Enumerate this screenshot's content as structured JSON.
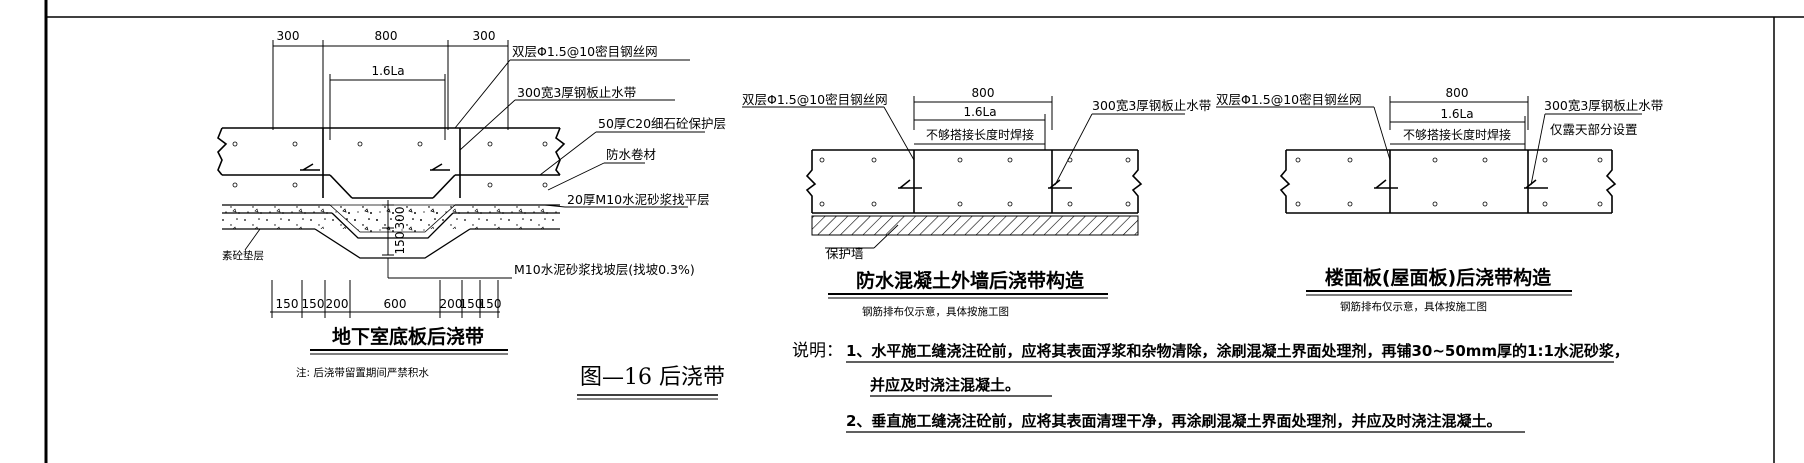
{
  "figure_label": "图—16  后浇带",
  "detail1": {
    "title": "地下室底板后浇带",
    "footnote": "注: 后浇带留置期间严禁积水",
    "top_dims": [
      "300",
      "800",
      "300"
    ],
    "lap_dim": "1.6La",
    "bottom_dims": [
      "150",
      "150",
      "200",
      "600",
      "200",
      "150",
      "150"
    ],
    "vertical_dims": [
      "300",
      "150"
    ],
    "labels": {
      "mesh": "双层Φ1.5@10密目钢丝网",
      "waterstop": "300宽3厚钢板止水带",
      "protect": "50厚C20细石砼保护层",
      "membrane": "防水卷材",
      "screed": "20厚M10水泥砂浆找平层",
      "slope": "M10水泥砂浆找坡层(找坡0.3%)",
      "cushion": "素砼垫层"
    }
  },
  "detail2": {
    "title": "防水混凝土外墙后浇带构造",
    "subnote": "钢筋排布仅示意，具体按施工图",
    "top_dim": "800",
    "lap_dim": "1.6La",
    "weld_note": "不够搭接长度时焊接",
    "labels": {
      "mesh": "双层Φ1.5@10密目钢丝网",
      "waterstop": "300宽3厚钢板止水带",
      "protect_wall": "保护墙"
    }
  },
  "detail3": {
    "title": "楼面板(屋面板)后浇带构造",
    "subnote": "钢筋排布仅示意，具体按施工图",
    "top_dim": "800",
    "lap_dim": "1.6La",
    "weld_note": "不够搭接长度时焊接",
    "labels": {
      "mesh": "双层Φ1.5@10密目钢丝网",
      "waterstop": "300宽3厚钢板止水带",
      "exposed": "仅露天部分设置"
    }
  },
  "notes": {
    "prefix": "说明：",
    "items": [
      "1、水平施工缝浇注砼前，应将其表面浮浆和杂物清除，涂刷混凝土界面处理剂，再铺30~50mm厚的1:1水泥砂浆，",
      "并应及时浇注混凝土。",
      "2、垂直施工缝浇注砼前，应将其表面清理干净，再涂刷混凝土界面处理剂，并应及时浇注混凝土。"
    ]
  }
}
